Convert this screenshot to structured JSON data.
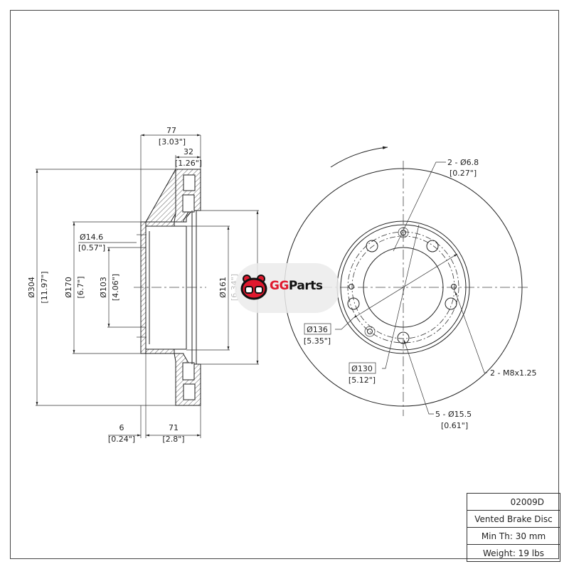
{
  "title_block": {
    "part_number": "02009D",
    "description": "Vented Brake Disc",
    "min_thickness": "Min Th: 30 mm",
    "weight": "Weight: 19 lbs"
  },
  "logo": {
    "text_red": "GG",
    "text_black": "Parts",
    "brand_color": "#e0192e"
  },
  "side_view": {
    "overall_width": {
      "mm": "77",
      "in": "[3.03\"]"
    },
    "disc_thickness": {
      "mm": "32",
      "in": "[1.26\"]"
    },
    "outer_diameter": {
      "mm": "Ø304",
      "in": "[11.97\"]"
    },
    "hat_diameter": {
      "mm": "Ø170",
      "in": "[6.7\"]"
    },
    "center_bore": {
      "mm": "Ø103",
      "in": "[4.06\"]"
    },
    "inner_diameter": {
      "mm": "Ø161",
      "in": "[6.34\"]"
    },
    "hole_diameter": {
      "mm": "Ø14.6",
      "in": "[0.57\"]"
    },
    "hat_thickness": {
      "mm": "6",
      "in": "[0.24\"]"
    },
    "offset": {
      "mm": "71",
      "in": "[2.8\"]"
    }
  },
  "front_view": {
    "locating_holes": {
      "mm": "2 - Ø6.8",
      "in": "[0.27\"]"
    },
    "bolt_circle_1": {
      "mm": "Ø136",
      "in": "[5.35\"]"
    },
    "bolt_circle_2": {
      "mm": "Ø130",
      "in": "[5.12\"]"
    },
    "threaded_holes": "2 - M8x1.25",
    "bolt_holes": {
      "mm": "5 - Ø15.5",
      "in": "[0.61\"]"
    }
  }
}
